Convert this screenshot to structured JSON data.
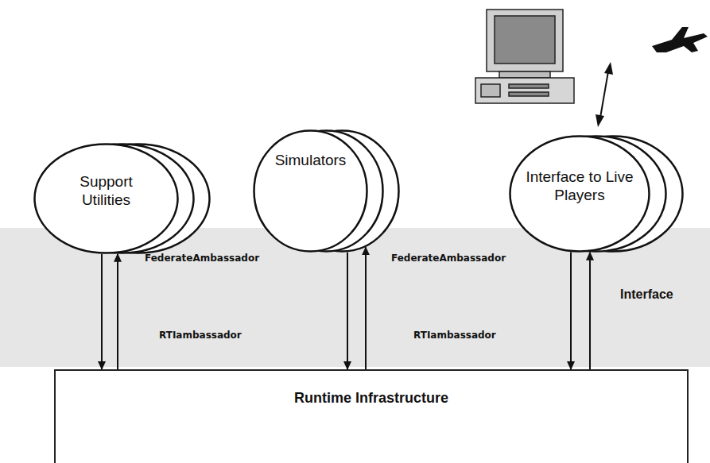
{
  "diagram": {
    "nodes": [
      {
        "text": [
          "Support Utilities"
        ]
      },
      {
        "text": [
          "Simulators"
        ]
      },
      {
        "text": [
          "Interface to Live Players"
        ]
      },
      {
        "text": [
          "Runtime Infrastructure"
        ]
      }
    ],
    "edges": [
      {
        "from": 0,
        "to": 3,
        "arrow": "to"
      },
      {
        "from": 3,
        "to": 0,
        "arrow": "to"
      },
      {
        "from": 1,
        "to": 3,
        "arrow": "to"
      },
      {
        "from": 3,
        "to": 1,
        "arrow": "to"
      },
      {
        "from": 2,
        "to": 3,
        "arrow": "to"
      },
      {
        "from": 3,
        "to": 2,
        "arrow": "to"
      }
    ],
    "labels": [
      "FederateAmbassador",
      "FederateAmbassador",
      "RTIambassador",
      "RTIambassador",
      "Interface"
    ]
  }
}
